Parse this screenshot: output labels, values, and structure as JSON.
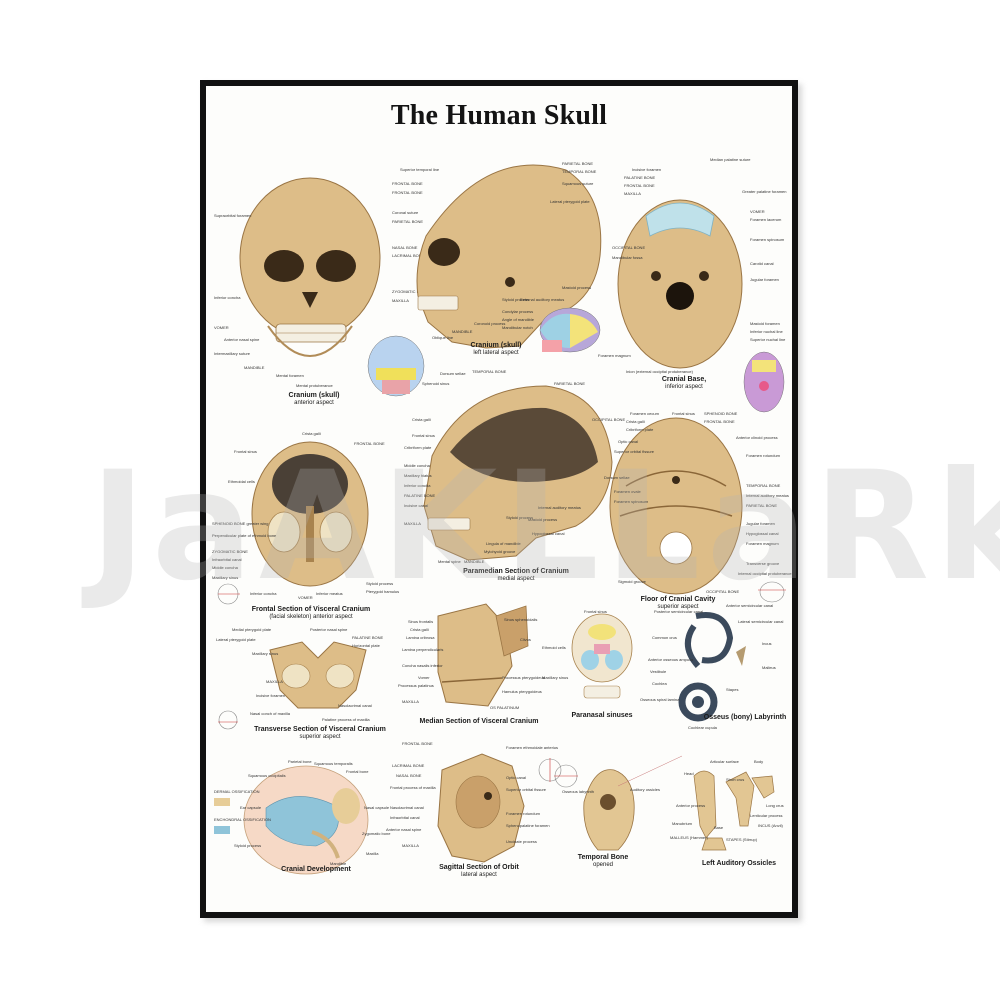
{
  "poster": {
    "title": "The Human Skull",
    "watermark": "JaAKLLaRk"
  },
  "colors": {
    "frame": "#111111",
    "bone": "#d9b983",
    "bone_dark": "#a8834e",
    "paper": "#fdfdfb"
  },
  "panels": [
    {
      "id": "cranium-anterior",
      "main": "Cranium (skull)",
      "sub": "anterior aspect",
      "labels": [
        "FRONTAL BONE",
        "Coronal suture",
        "PARIETAL BONE",
        "Supraorbital foramen",
        "NASAL BONE",
        "LACRIMAL BONE",
        "ZYGOMATIC BONE",
        "MAXILLA",
        "Inferior concha",
        "VOMER",
        "Anterior nasal spine",
        "MANDIBLE",
        "Mental foramen",
        "Mental protuberance",
        "Intermaxillary suture"
      ]
    },
    {
      "id": "cranium-lateral",
      "main": "Cranium (skull)",
      "sub": "left lateral aspect",
      "labels": [
        "Superior temporal line",
        "PARIETAL BONE",
        "TEMPORAL BONE",
        "Squamous suture",
        "FRONTAL BONE",
        "Lateral pterygoid plate",
        "Styloid process",
        "External auditory meatus",
        "Mastoid process",
        "Condylar process",
        "Coronoid process",
        "Angle of mandible",
        "Mandibular notch",
        "Oblique line",
        "MANDIBLE"
      ]
    },
    {
      "id": "cranial-base",
      "main": "Cranial Base,",
      "sub": "inferior aspect",
      "labels": [
        "Incisive foramen",
        "Median palatine suture",
        "PALATINE BONE",
        "FRONTAL BONE",
        "MAXILLA",
        "Greater palatine foramen",
        "VOMER",
        "Foramen lacerum",
        "Foramen spinosum",
        "Carotid canal",
        "Jugular foramen",
        "OCCIPITAL BONE",
        "Mandibular fossa",
        "Mastoid foramen",
        "Foramen magnum",
        "Inferior nuchal line",
        "Superior nuchal line",
        "Inion (external occipital protuberance)"
      ]
    },
    {
      "id": "frontal-section",
      "main": "Frontal Section of Visceral Cranium",
      "sub": "(facial skeleton) anterior aspect",
      "labels": [
        "Crista galli",
        "FRONTAL BONE",
        "Frontal sinus",
        "Ethmoidal cells",
        "SPHENOID BONE greater wing",
        "Perpendicular plate of ethmoid bone",
        "ZYGOMATIC BONE",
        "Infraorbital canal",
        "Middle concha",
        "Maxillary sinus",
        "Inferior concha",
        "VOMER",
        "Inferior meatus",
        "Styloid process",
        "Pterygoid hamulus"
      ]
    },
    {
      "id": "paramedian-section",
      "main": "Paramedian Section of Cranium",
      "sub": "medial aspect",
      "labels": [
        "Dorsum sellae",
        "TEMPORAL BONE",
        "PARIETAL BONE",
        "Sphenoid sinus",
        "OCCIPITAL BONE",
        "Crista galli",
        "Frontal sinus",
        "Cribriform plate",
        "Middle concha",
        "Maxillary hiatus",
        "Inferior concha",
        "PALATINE BONE",
        "Incisive canal",
        "MAXILLA",
        "Internal auditory meatus",
        "Mastoid process",
        "Styloid process",
        "Hypoglossal canal",
        "Lingula of mandible",
        "Mylohyoid groove",
        "Mental spine",
        "MANDIBLE"
      ]
    },
    {
      "id": "cranial-cavity",
      "main": "Floor of Cranial Cavity",
      "sub": "superior aspect",
      "labels": [
        "Foramen cecum",
        "Frontal sinus",
        "SPHENOID BONE",
        "FRONTAL BONE",
        "Crista galli",
        "Cribriform plate",
        "Optic canal",
        "Anterior clinoid process",
        "Superior orbital fissure",
        "Foramen rotundum",
        "Foramen ovale",
        "Foramen spinosum",
        "Dorsum sellae",
        "TEMPORAL BONE",
        "Internal auditory meatus",
        "PARIETAL BONE",
        "Jugular foramen",
        "Hypoglossal canal",
        "Foramen magnum",
        "Sigmoid groove",
        "OCCIPITAL BONE",
        "Internal occipital protuberance",
        "Transverse groove"
      ]
    },
    {
      "id": "transverse-section",
      "main": "Transverse Section of Visceral Cranium",
      "sub": "superior aspect",
      "labels": [
        "Medial pterygoid plate",
        "Posterior nasal spine",
        "Lateral pterygoid plate",
        "PALATINE BONE",
        "Horizontal plate",
        "Maxillary sinus",
        "MAXILLA",
        "Incisive foramen",
        "Nasolacrimal canal",
        "Nasal conch of maxilla",
        "Palatine process of maxilla"
      ]
    },
    {
      "id": "median-section",
      "main": "Median Section of Visceral Cranium",
      "sub": "",
      "labels": [
        "Sinus frontalis",
        "Crista galli",
        "Lamina cribrosa",
        "Lamina perpendicularis",
        "Concha nasalis inferior",
        "Vomer",
        "Processus palatinus",
        "MAXILLA",
        "Sinus sphenoidalis",
        "Clivus",
        "Processus pterygoideus",
        "Hamulus pterygoideus",
        "OS PALATINUM"
      ]
    },
    {
      "id": "paranasal-sinuses",
      "main": "Paranasal sinuses",
      "sub": "",
      "labels": [
        "Frontal sinus",
        "Ethmoid cells",
        "Maxillary sinus"
      ]
    },
    {
      "id": "osseous-labyrinth",
      "main": "Osseus (bony) Labyrinth",
      "sub": "",
      "labels": [
        "Anterior semicircular canal",
        "Posterior semicircular canal",
        "Lateral semicircular canal",
        "Common crus",
        "Anterior osseous ampulla",
        "Vestibule",
        "Cochlea",
        "Osseous spiral lamina",
        "Cochlear cupula",
        "Incus",
        "Malleus",
        "Stapes"
      ]
    },
    {
      "id": "cranial-development",
      "main": "Cranial Development",
      "sub": "",
      "labels": [
        "Parietal bone",
        "Squamous temporalis",
        "Frontal bone",
        "Squamous occipitalis",
        "Nasal capsule",
        "Ear capsule",
        "DERMAL OSSIFICATION",
        "ENCHONDRAL OSSIFICATION",
        "Zygomatic bone",
        "Maxilla",
        "Styloid process",
        "Mandible"
      ]
    },
    {
      "id": "sagittal-orbit",
      "main": "Sagittal Section of Orbit",
      "sub": "lateral aspect",
      "labels": [
        "FRONTAL BONE",
        "LACRIMAL BONE",
        "NASAL BONE",
        "Frontal process of maxilla",
        "Nasolacrimal canal",
        "Infraorbital canal",
        "Anterior nasal spine",
        "MAXILLA",
        "Foramen ethmoidale anterius",
        "Optic canal",
        "Superior orbital fissure",
        "Foramen rotundum",
        "Sphenopalatine foramen",
        "Uncinate process"
      ]
    },
    {
      "id": "temporal-bone",
      "main": "Temporal Bone",
      "sub": "opened",
      "labels": [
        "Auditory ossicles",
        "Osseous labyrinth"
      ]
    },
    {
      "id": "auditory-ossicles",
      "main": "Left Auditory Ossicles",
      "sub": "",
      "labels": [
        "Head",
        "Articular surface",
        "Body",
        "Short crus",
        "Long crus",
        "Anterior process",
        "Manubrium",
        "MALLEUS (Hammer)",
        "Base",
        "STAPES (Stirrup)",
        "INCUS (Anvil)",
        "Lenticular process"
      ]
    }
  ]
}
